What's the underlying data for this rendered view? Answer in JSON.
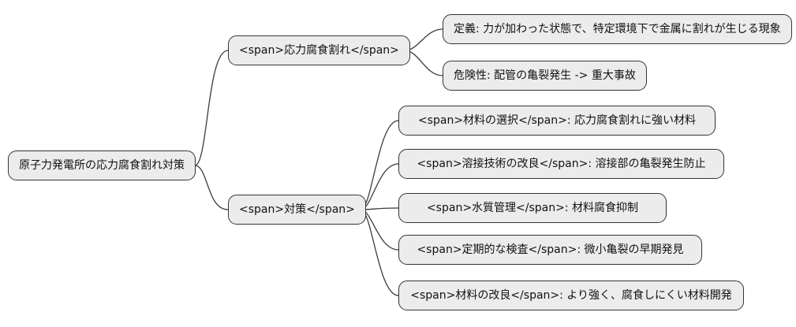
{
  "mindmap": {
    "root": {
      "label": "原子力発電所の応力腐食割れ対策"
    },
    "branches": [
      {
        "label": "<span>応力腐食割れ</span>",
        "children": [
          {
            "label": "定義: 力が加わった状態で、特定環境下で金属に割れが生じる現象"
          },
          {
            "label": "危険性: 配管の亀裂発生 -> 重大事故"
          }
        ]
      },
      {
        "label": "<span>対策</span>",
        "children": [
          {
            "label": "<span>材料の選択</span>: 応力腐食割れに強い材料"
          },
          {
            "label": "<span>溶接技術の改良</span>: 溶接部の亀裂発生防止"
          },
          {
            "label": "<span>水質管理</span>: 材料腐食抑制"
          },
          {
            "label": "<span>定期的な検査</span>: 微小亀裂の早期発見"
          },
          {
            "label": "<span>材料の改良</span>: より強く、腐食しにくい材料開発"
          }
        ]
      }
    ],
    "colors": {
      "background": "#ffffff",
      "node_fill": "#ececec",
      "node_border": "#343434",
      "connector": "#3b3b3b",
      "text": "#111111"
    }
  }
}
